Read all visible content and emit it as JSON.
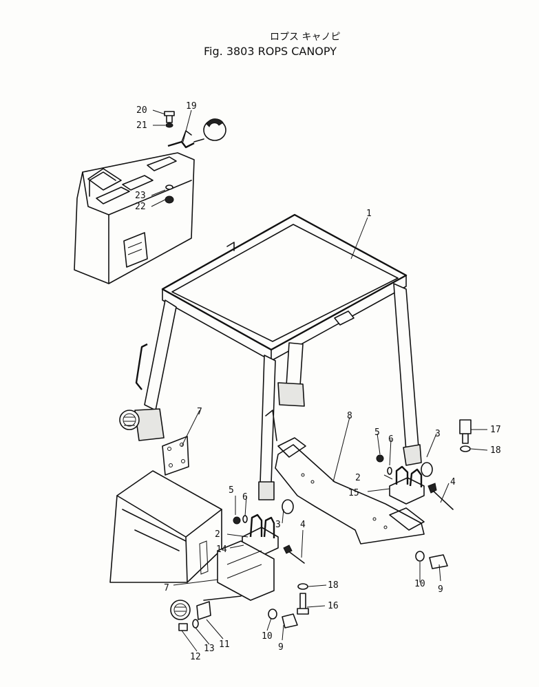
{
  "figure": {
    "title_katakana": "ロプス キャノピ",
    "title": "Fig. 3803 ROPS CANOPY"
  },
  "callouts": [
    {
      "id": "c1",
      "label": "1"
    },
    {
      "id": "c2a",
      "label": "2"
    },
    {
      "id": "c2b",
      "label": "2"
    },
    {
      "id": "c3a",
      "label": "3"
    },
    {
      "id": "c3b",
      "label": "3"
    },
    {
      "id": "c4a",
      "label": "4"
    },
    {
      "id": "c4b",
      "label": "4"
    },
    {
      "id": "c5a",
      "label": "5"
    },
    {
      "id": "c5b",
      "label": "5"
    },
    {
      "id": "c6a",
      "label": "6"
    },
    {
      "id": "c6b",
      "label": "6"
    },
    {
      "id": "c7a",
      "label": "7"
    },
    {
      "id": "c7b",
      "label": "7"
    },
    {
      "id": "c8",
      "label": "8"
    },
    {
      "id": "c9a",
      "label": "9"
    },
    {
      "id": "c9b",
      "label": "9"
    },
    {
      "id": "c10a",
      "label": "10"
    },
    {
      "id": "c10b",
      "label": "10"
    },
    {
      "id": "c11",
      "label": "11"
    },
    {
      "id": "c12",
      "label": "12"
    },
    {
      "id": "c13",
      "label": "13"
    },
    {
      "id": "c14",
      "label": "14"
    },
    {
      "id": "c15",
      "label": "15"
    },
    {
      "id": "c16",
      "label": "16"
    },
    {
      "id": "c17",
      "label": "17"
    },
    {
      "id": "c18a",
      "label": "18"
    },
    {
      "id": "c18b",
      "label": "18"
    },
    {
      "id": "c19",
      "label": "19"
    },
    {
      "id": "c20",
      "label": "20"
    },
    {
      "id": "c21",
      "label": "21"
    },
    {
      "id": "c22",
      "label": "22"
    },
    {
      "id": "c23",
      "label": "23"
    }
  ]
}
